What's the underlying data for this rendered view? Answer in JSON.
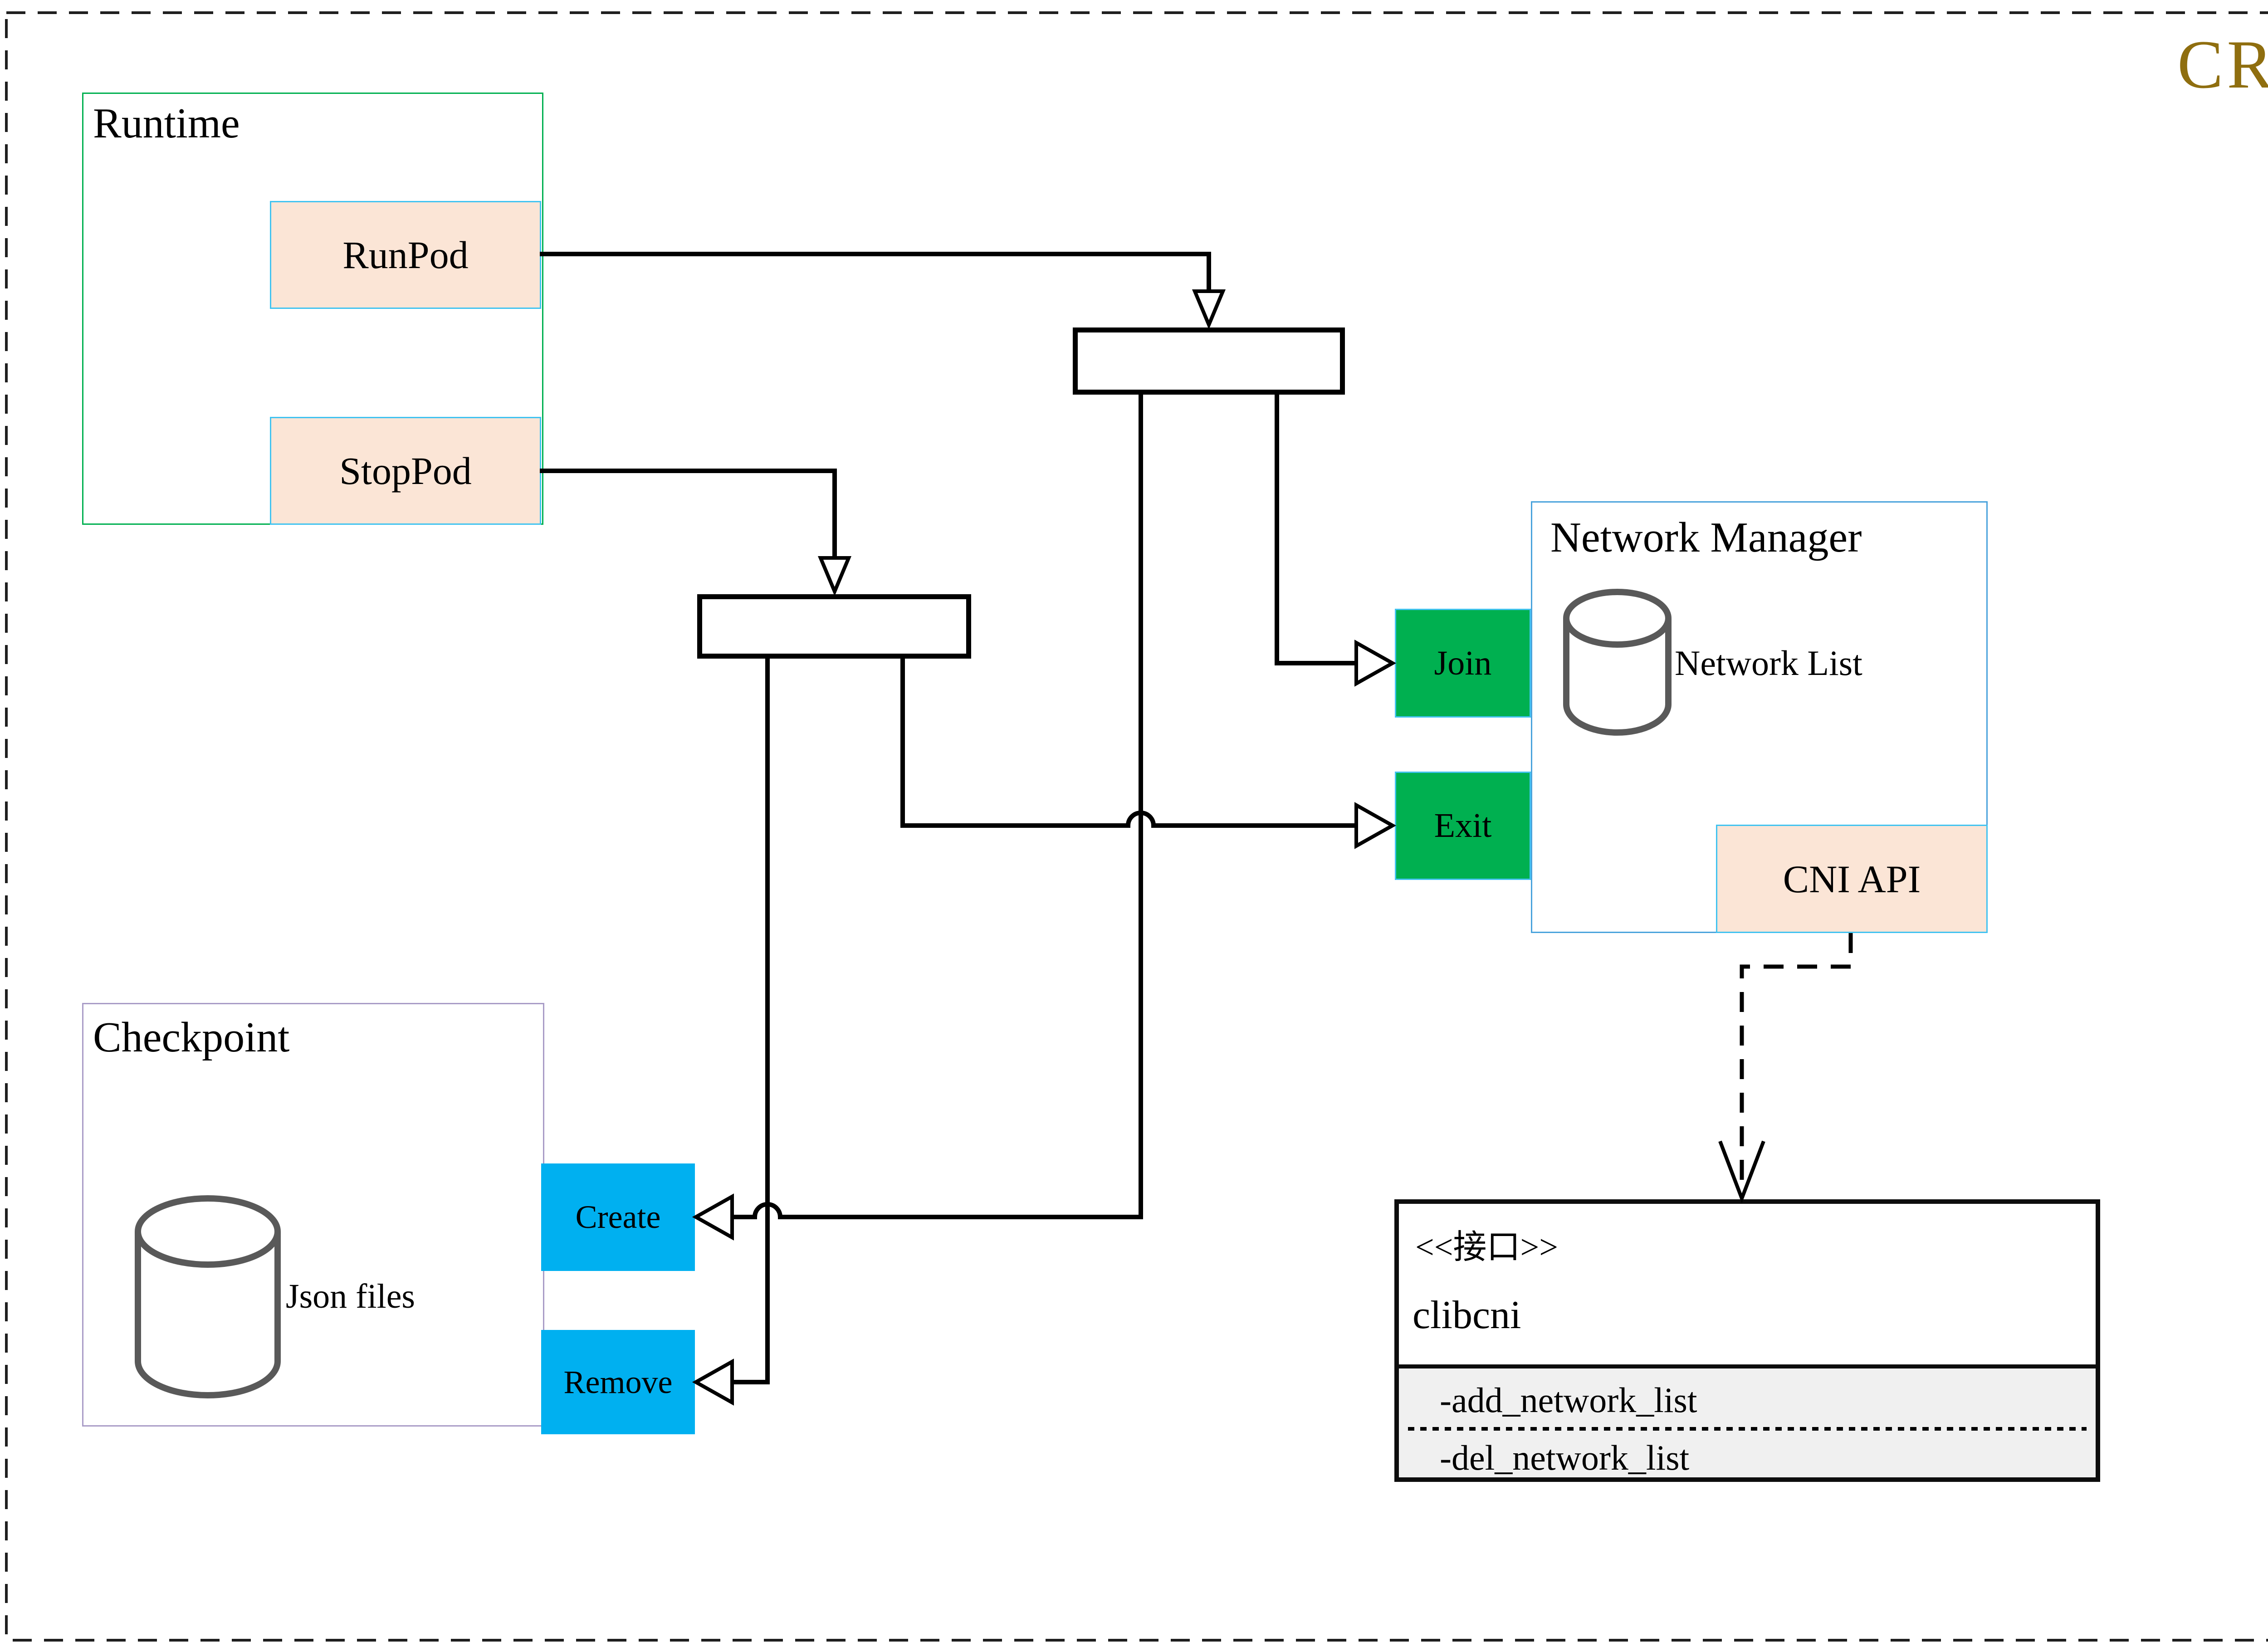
{
  "watermark": "CRI",
  "runtime": {
    "title": "Runtime",
    "run_button": "RunPod",
    "stop_button": "StopPod"
  },
  "network_manager": {
    "title": "Network Manager",
    "network_list_label": "Network List",
    "join_button": "Join",
    "exit_button": "Exit",
    "cni_api_button": "CNI API"
  },
  "checkpoint": {
    "title": "Checkpoint",
    "json_files_label": "Json files",
    "create_button": "Create",
    "remove_button": "Remove"
  },
  "interface": {
    "stereotype": "<<接口>>",
    "name": "clibcni",
    "method_add": "-add_network_list",
    "method_del": "-del_network_list"
  },
  "colors": {
    "accent_green": "#00b050",
    "accent_cyan": "#00b0f0",
    "peach_fill": "#fbe5d6",
    "light_blue_border": "#42c3f0",
    "network_manager_border": "#4aa3dc",
    "checkpoint_border": "#a99cc7",
    "title_gold": "#8f6e0f",
    "cylinder_gray": "#595959",
    "interface_section_bg": "#f0f0f0"
  }
}
